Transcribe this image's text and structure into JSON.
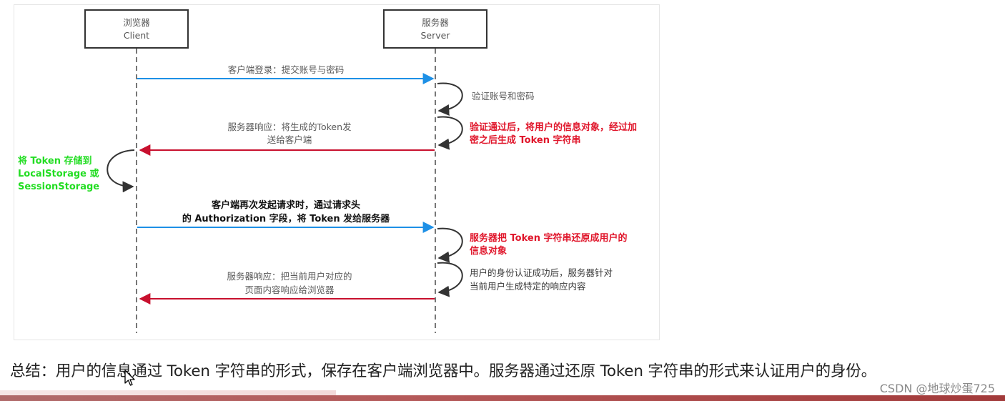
{
  "diagram": {
    "client_box": {
      "line1": "浏览器",
      "line2": "Client"
    },
    "server_box": {
      "line1": "服务器",
      "line2": "Server"
    },
    "messages": [
      {
        "lines": [
          "客户端登录：提交账号与密码"
        ],
        "color": "#5a5a5a",
        "arrow_color": "#1e90e6"
      },
      {
        "lines": [
          "验证账号和密码"
        ],
        "color": "#5a5a5a"
      },
      {
        "lines": [
          "验证通过后，将用户的信息对象，经过加",
          "密之后生成 Token 字符串"
        ],
        "color": "#e0162b"
      },
      {
        "lines": [
          "服务器响应：将生成的Token发",
          "送给客户端"
        ],
        "color": "#5a5a5a",
        "arrow_color": "#c8102e"
      },
      {
        "lines": [
          "将 Token 存储到",
          "LocalStorage 或",
          "SessionStorage"
        ],
        "color": "#22dd22"
      },
      {
        "lines": [
          "客户端再次发起请求时，通过请求头",
          "的 Authorization 字段，将 Token 发给服务器"
        ],
        "color": "#111111",
        "arrow_color": "#1e90e6"
      },
      {
        "lines": [
          "服务器把 Token 字符串还原成用户的",
          "信息对象"
        ],
        "color": "#e0162b"
      },
      {
        "lines": [
          "用户的身份认证成功后，服务器针对",
          "当前用户生成特定的响应内容"
        ],
        "color": "#3a3a3a"
      },
      {
        "lines": [
          "服务器响应：把当前用户对应的",
          "页面内容响应给浏览器"
        ],
        "color": "#5a5a5a",
        "arrow_color": "#c8102e"
      }
    ]
  },
  "summary": "总结：用户的信息通过 Token 字符串的形式，保存在客户端浏览器中。服务器通过还原 Token 字符串的形式来认证用户的身份。",
  "watermark": "CSDN @地球炒蛋725",
  "icons": {
    "cursor": "mouse-pointer-icon"
  }
}
